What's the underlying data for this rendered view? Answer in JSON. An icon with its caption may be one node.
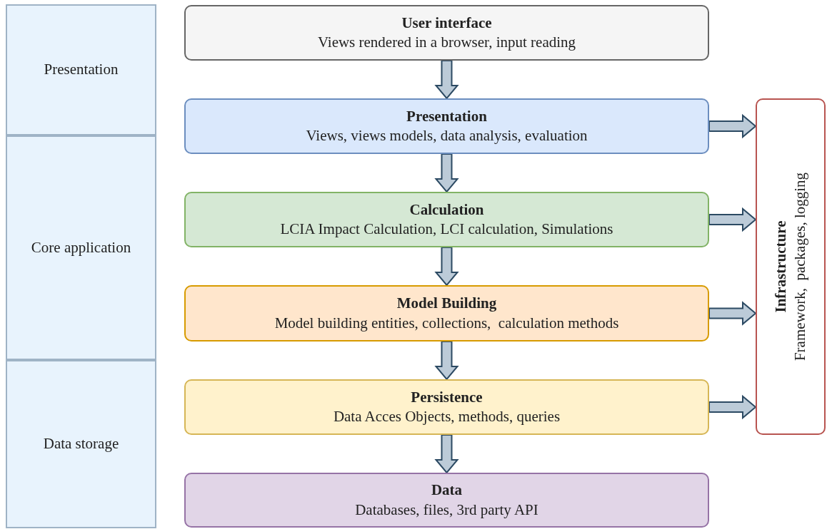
{
  "diagram": {
    "nodes": [
      {
        "text": [
          "Presentation"
        ]
      },
      {
        "text": [
          "Core application"
        ]
      },
      {
        "text": [
          "Data storage"
        ]
      },
      {
        "text": [
          "User interface",
          "Views rendered in a browser, input reading"
        ]
      },
      {
        "text": [
          "Presentation",
          "Views, views models, data analysis, evaluation"
        ]
      },
      {
        "text": [
          "Calculation",
          "LCIA Impact Calculation, LCI calculation, Simulations"
        ]
      },
      {
        "text": [
          "Model Building",
          "Model building entities, collections,  calculation methods"
        ]
      },
      {
        "text": [
          "Persistence",
          "Data Acces Objects, methods, queries"
        ]
      },
      {
        "text": [
          "Data",
          "Databases, files, 3rd party API"
        ]
      },
      {
        "text": [
          "Infrastructure",
          "Framework,  packages, logging"
        ]
      }
    ],
    "edges": [
      {
        "from": 3,
        "to": 4,
        "arrow": "to"
      },
      {
        "from": 4,
        "to": 5,
        "arrow": "to"
      },
      {
        "from": 5,
        "to": 6,
        "arrow": "to"
      },
      {
        "from": 6,
        "to": 7,
        "arrow": "to"
      },
      {
        "from": 7,
        "to": 8,
        "arrow": "to"
      },
      {
        "from": 4,
        "to": 9,
        "arrow": "to"
      },
      {
        "from": 5,
        "to": 9,
        "arrow": "to"
      },
      {
        "from": 6,
        "to": 9,
        "arrow": "to"
      },
      {
        "from": 7,
        "to": 9,
        "arrow": "to"
      }
    ]
  }
}
